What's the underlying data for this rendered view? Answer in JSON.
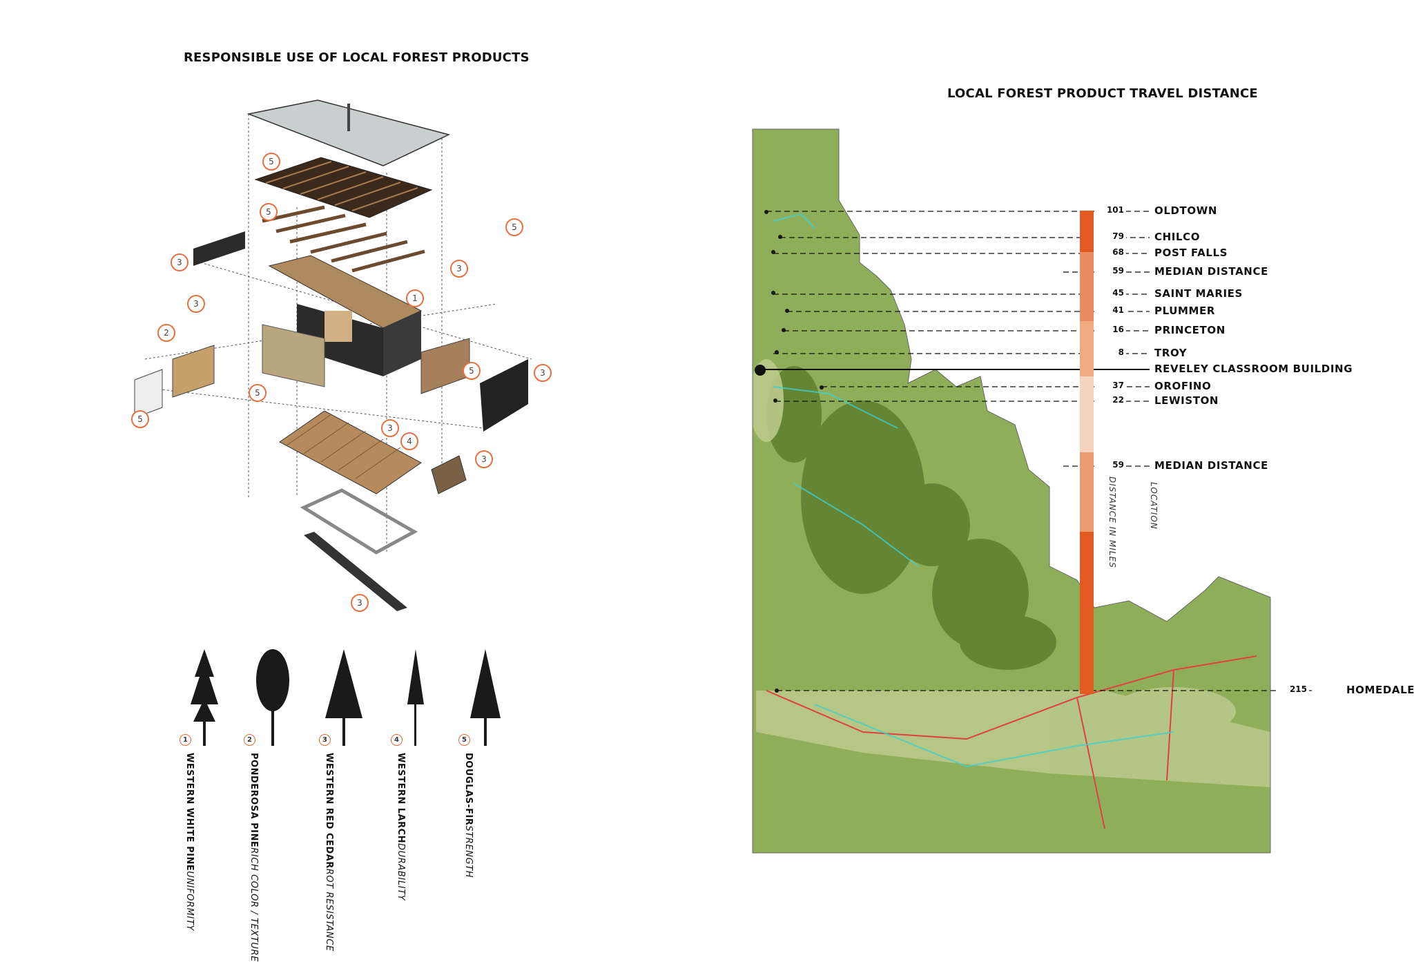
{
  "left_panel": {
    "title": "RESPONSIBLE USE OF LOCAL FOREST PRODUCTS",
    "callouts": [
      "5",
      "5",
      "5",
      "3",
      "3",
      "3",
      "1",
      "2",
      "5",
      "5",
      "3",
      "5",
      "3",
      "4",
      "3",
      "3"
    ],
    "trees": [
      {
        "number": "1",
        "name": "WESTERN WHITE PINE",
        "quality": "UNIFORMITY"
      },
      {
        "number": "2",
        "name": "PONDEROSA PINE",
        "quality": "RICH COLOR / TEXTURE"
      },
      {
        "number": "3",
        "name": "WESTERN RED CEDAR",
        "quality": "ROT RESISTANCE"
      },
      {
        "number": "4",
        "name": "WESTERN LARCH",
        "quality": "DURABILITY"
      },
      {
        "number": "5",
        "name": "DOUGLAS-FIR",
        "quality": "STRENGTH"
      }
    ]
  },
  "right_panel": {
    "title": "LOCAL FOREST PRODUCT TRAVEL DISTANCE",
    "axis_distance_caption": "DISTANCE IN MILES",
    "axis_location_caption": "LOCATION",
    "colors": {
      "bar": "#e05a22",
      "bar_light": "#f2b99a",
      "map_green": "#8fae5a",
      "map_dark": "#5d7f2e"
    },
    "locations": [
      {
        "distance": "101",
        "name": "OLDTOWN"
      },
      {
        "distance": "79",
        "name": "CHILCO"
      },
      {
        "distance": "68",
        "name": "POST FALLS"
      },
      {
        "distance": "59",
        "name": "MEDIAN DISTANCE"
      },
      {
        "distance": "45",
        "name": "SAINT MARIES"
      },
      {
        "distance": "41",
        "name": "PLUMMER"
      },
      {
        "distance": "16",
        "name": "PRINCETON"
      },
      {
        "distance": "8",
        "name": "TROY"
      },
      {
        "distance": "",
        "name": "REVELEY CLASSROOM BUILDING"
      },
      {
        "distance": "37",
        "name": "OROFINO"
      },
      {
        "distance": "22",
        "name": "LEWISTON"
      },
      {
        "distance": "59",
        "name": "MEDIAN DISTANCE"
      },
      {
        "distance": "215",
        "name": "HOMEDALE"
      }
    ]
  }
}
